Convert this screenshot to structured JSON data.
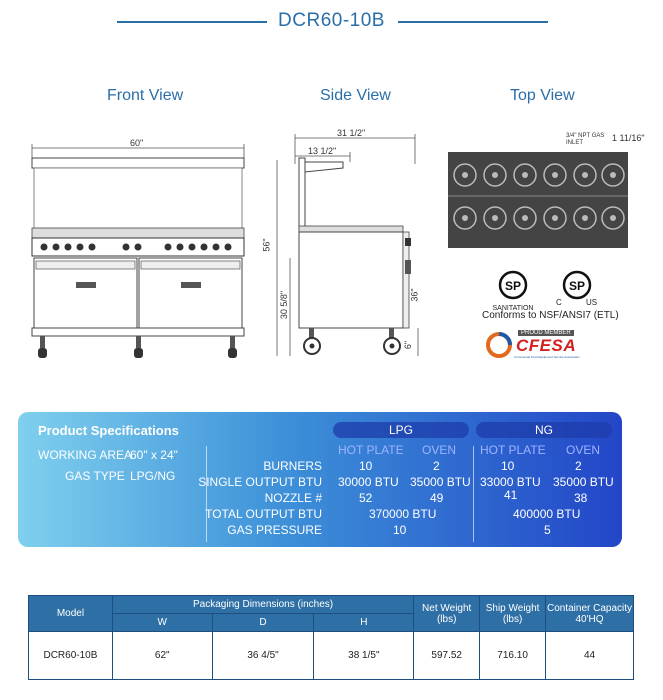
{
  "title": "DCR60-10B",
  "views": {
    "front": "Front View",
    "side": "Side View",
    "top": "Top View"
  },
  "dimensions": {
    "front_width": "60\"",
    "side_depth": "31 1/2\"",
    "side_depth_partial": "13 1/2\"",
    "height_total": "56\"",
    "height_lower": "30 5/8\"",
    "height_work": "36\"",
    "leg_height": "6\"",
    "gas_inlet_note": "3/4\" NPT GAS INLET",
    "gas_inlet_offset": "1 11/16\""
  },
  "certifications": {
    "csa1_text": "SANITATION",
    "csa2_c": "C",
    "csa2_us": "US",
    "conforms": "Conforms to NSF/ANSI7 (ETL)",
    "cfesa_top": "PROUD MEMBER",
    "cfesa_name": "CFESA",
    "cfesa_sub": "Commercial Food Equipment Service Association"
  },
  "specs": {
    "heading": "Product Specifications",
    "working_area_label": "WORKING AREA",
    "working_area_value": "60\" x 24\"",
    "gas_type_label": "GAS TYPE",
    "gas_type_value": "LPG/NG",
    "lpg": "LPG",
    "ng": "NG",
    "hot_plate": "HOT PLATE",
    "oven": "OVEN",
    "rows": [
      {
        "label": "BURNERS",
        "lpg_hp": "10",
        "lpg_ov": "2",
        "ng_hp": "10",
        "ng_ov": "2"
      },
      {
        "label": "SINGLE OUTPUT BTU",
        "lpg_hp": "30000 BTU",
        "lpg_ov": "35000 BTU",
        "ng_hp": "33000 BTU",
        "ng_ov": "35000 BTU"
      },
      {
        "label": "NOZZLE #",
        "lpg_hp": "52",
        "lpg_ov": "49",
        "ng_hp": "41",
        "ng_ov": "38"
      }
    ],
    "total_label": "TOTAL OUTPUT BTU",
    "total_lpg": "370000 BTU",
    "total_ng": "400000 BTU",
    "pressure_label": "GAS PRESSURE",
    "pressure_lpg": "10",
    "pressure_ng": "5"
  },
  "packaging": {
    "col_model": "Model",
    "col_pack": "Packaging Dimensions (inches)",
    "col_w": "W",
    "col_d": "D",
    "col_h": "H",
    "col_net": "Net Weight (lbs)",
    "col_ship": "Ship Weight (lbs)",
    "col_cont": "Container Capacity 40'HQ",
    "row": {
      "model": "DCR60-10B",
      "w": "62\"",
      "d": "36 4/5\"",
      "h": "38 1/5\"",
      "net": "597.52",
      "ship": "716.10",
      "cont": "44"
    }
  }
}
